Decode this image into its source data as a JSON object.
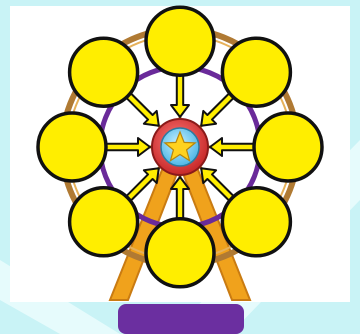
{
  "palette": {
    "background": "#c9f3f6",
    "background_light": "#e6fbfc",
    "frame": "#ffffff",
    "spoke": "#f0a21c",
    "spoke_dark": "#c97b12",
    "rim_outer": "#b07a33",
    "ring": "#6a2a9a",
    "bubble_fill": "#ffee00",
    "bubble_stroke": "#111111",
    "arrow_fill": "#ffee00",
    "arrow_stroke": "#111111",
    "hub_outer": "#d93a3a",
    "hub_inner": "#7fd0f0",
    "hub_star": "#ffd21f",
    "base": "#6b2fa0"
  },
  "diagram": {
    "type": "radial-wheel",
    "center_icon": "star-icon",
    "node_count": 8,
    "nodes": [
      {
        "id": "node-top",
        "label": ""
      },
      {
        "id": "node-top-right",
        "label": ""
      },
      {
        "id": "node-right",
        "label": ""
      },
      {
        "id": "node-bottom-right",
        "label": ""
      },
      {
        "id": "node-bottom",
        "label": ""
      },
      {
        "id": "node-bottom-left",
        "label": ""
      },
      {
        "id": "node-left",
        "label": ""
      },
      {
        "id": "node-top-left",
        "label": ""
      }
    ],
    "arrow_direction": "inward"
  }
}
